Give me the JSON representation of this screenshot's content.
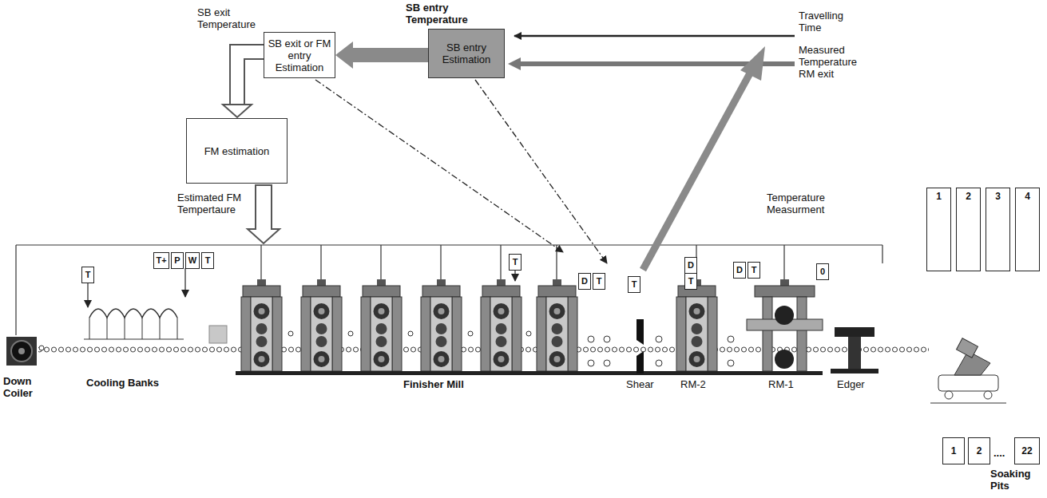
{
  "diagram": {
    "nodes": [
      {
        "text": [
          "SB exit or FM entry Estimation"
        ]
      },
      {
        "text": [
          "SB entry Estimation"
        ]
      },
      {
        "text": [
          "FM estimation"
        ]
      },
      {
        "text": [
          "T"
        ]
      },
      {
        "text": [
          "T+"
        ]
      },
      {
        "text": [
          "P"
        ]
      },
      {
        "text": [
          "W"
        ]
      },
      {
        "text": [
          "T"
        ]
      },
      {
        "text": [
          "T"
        ]
      },
      {
        "text": [
          "D"
        ]
      },
      {
        "text": [
          "T"
        ]
      },
      {
        "text": [
          "T"
        ]
      },
      {
        "text": [
          "D"
        ]
      },
      {
        "text": [
          "T"
        ]
      },
      {
        "text": [
          "D"
        ]
      },
      {
        "text": [
          "T"
        ]
      },
      {
        "text": [
          "0"
        ]
      },
      {
        "text": [
          "1"
        ]
      },
      {
        "text": [
          "2"
        ]
      },
      {
        "text": [
          "3"
        ]
      },
      {
        "text": [
          "4"
        ]
      },
      {
        "text": [
          "1"
        ]
      },
      {
        "text": [
          "2"
        ]
      },
      {
        "text": [
          "22"
        ]
      }
    ],
    "edges": [
      {
        "from": 1,
        "to": 0,
        "arrow": "to",
        "label": "SB entry Temperature"
      },
      {
        "from": 0,
        "to": 2,
        "arrow": "to",
        "label": "SB exit Temperature"
      }
    ],
    "labels": [
      "Travelling Time",
      "Measured Temperature RM exit",
      "Temperature Measurment",
      "Estimated FM Tempertaure",
      "Down Coiler",
      "Cooling Banks",
      "Finisher Mill",
      "Shear",
      "RM-2",
      "RM-1",
      "Edger",
      "Soaking Pits",
      "...."
    ]
  }
}
